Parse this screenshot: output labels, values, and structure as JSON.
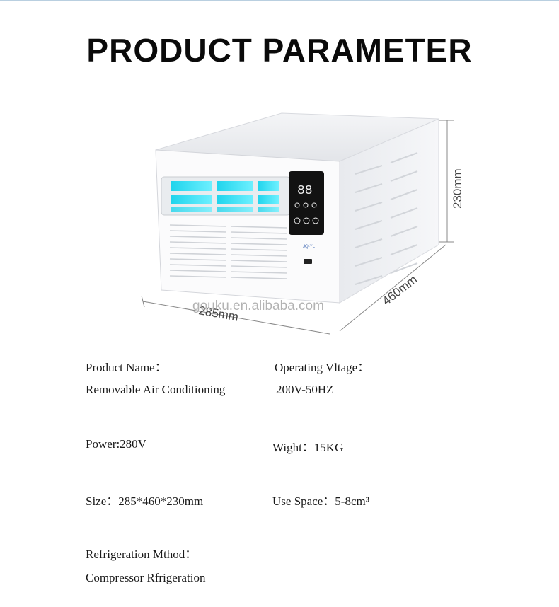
{
  "header": {
    "title": "PRODUCT PARAMETER"
  },
  "figure": {
    "dimensions": {
      "width": "285mm",
      "depth": "460mm",
      "height": "230mm"
    },
    "watermark": "gouku.en.alibaba.com",
    "display_digits": "88",
    "brand_mark": "JQ-YL"
  },
  "specs": {
    "product_name_label": "Product Name：",
    "product_name_value": "Removable Air Conditioning",
    "voltage_label": "Operating Vltage：",
    "voltage_value": "200V-50HZ",
    "power": "Power:280V",
    "weight": "Wight：15KG",
    "size": "Size：285*460*230mm",
    "use_space": "Use Space：5-8cm³",
    "refrigeration_label": "Refrigeration Mthod：",
    "refrigeration_value": "Compressor Rfrigeration"
  },
  "colors": {
    "accent_light": "#33e0f5",
    "panel": "#111111"
  }
}
